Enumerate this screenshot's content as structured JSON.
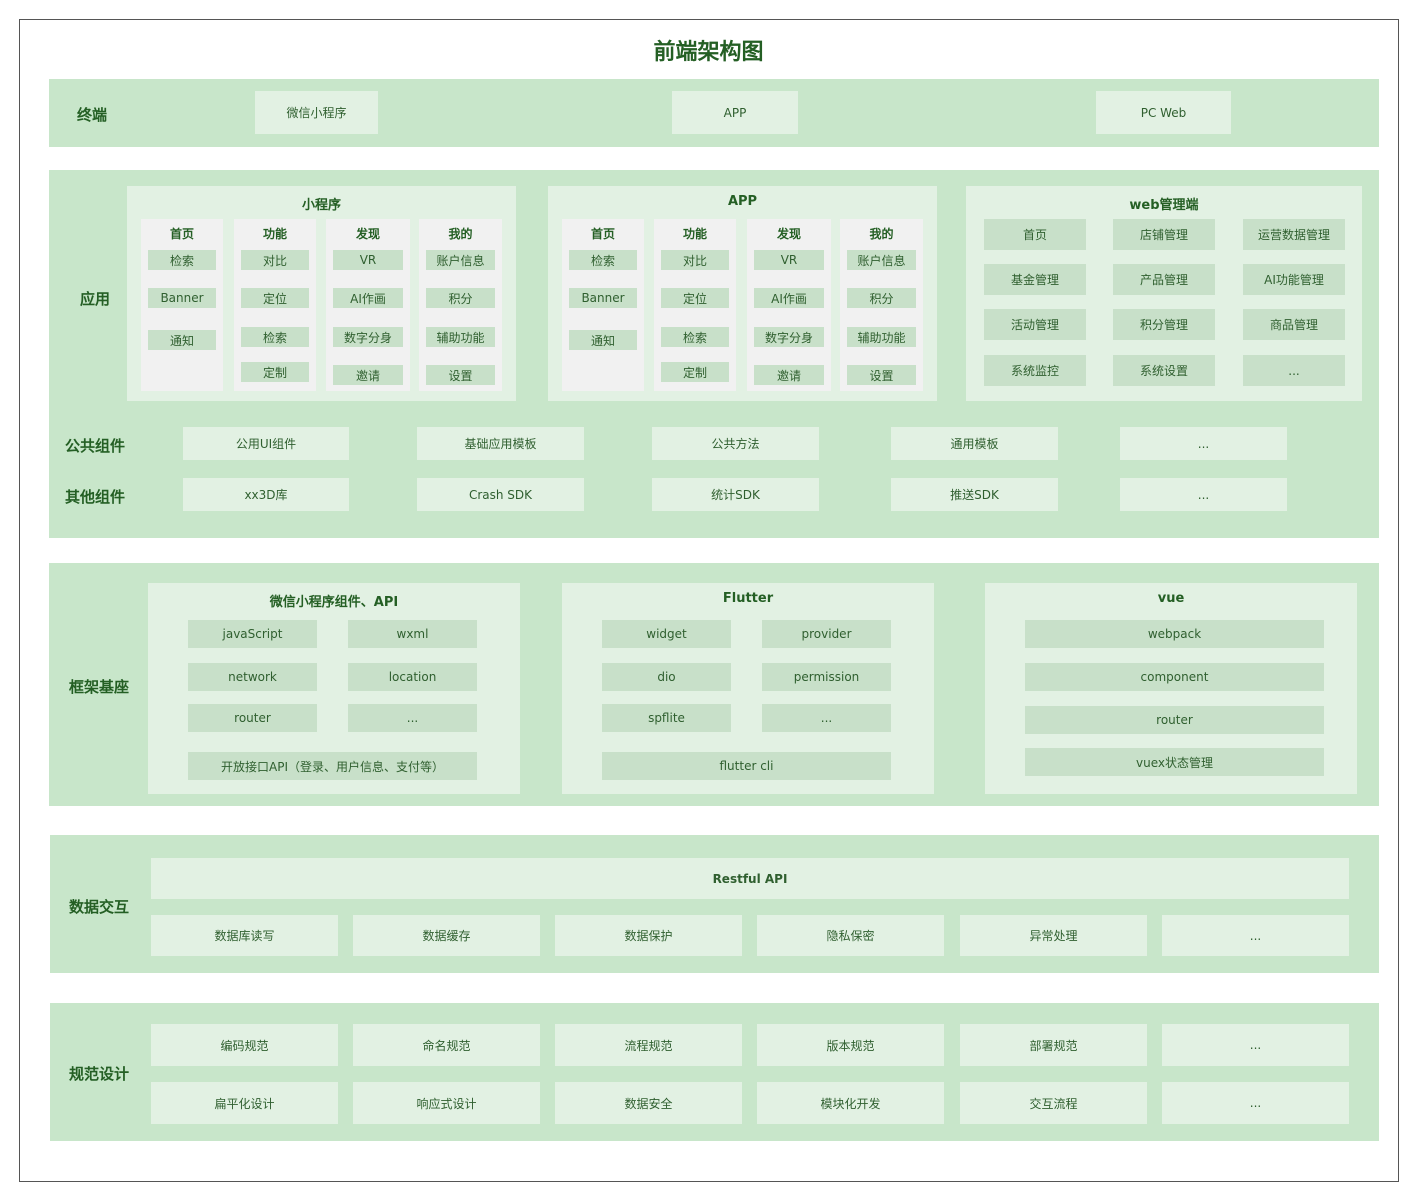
{
  "title": "前端架构图",
  "terminal": {
    "label": "终端",
    "items": [
      "微信小程序",
      "APP",
      "PC Web"
    ]
  },
  "application": {
    "label": "应用",
    "miniprogram": {
      "title": "小程序",
      "cols": [
        {
          "title": "首页",
          "items": [
            "检索",
            "Banner",
            "通知"
          ]
        },
        {
          "title": "功能",
          "items": [
            "对比",
            "定位",
            "检索",
            "定制"
          ]
        },
        {
          "title": "发现",
          "items": [
            "VR",
            "AI作画",
            "数字分身",
            "邀请"
          ]
        },
        {
          "title": "我的",
          "items": [
            "账户信息",
            "积分",
            "辅助功能",
            "设置"
          ]
        }
      ]
    },
    "app": {
      "title": "APP",
      "cols": [
        {
          "title": "首页",
          "items": [
            "检索",
            "Banner",
            "通知"
          ]
        },
        {
          "title": "功能",
          "items": [
            "对比",
            "定位",
            "检索",
            "定制"
          ]
        },
        {
          "title": "发现",
          "items": [
            "VR",
            "AI作画",
            "数字分身",
            "邀请"
          ]
        },
        {
          "title": "我的",
          "items": [
            "账户信息",
            "积分",
            "辅助功能",
            "设置"
          ]
        }
      ]
    },
    "web": {
      "title": "web管理端",
      "items": [
        "首页",
        "店铺管理",
        "运营数据管理",
        "基金管理",
        "产品管理",
        "AI功能管理",
        "活动管理",
        "积分管理",
        "商品管理",
        "系统监控",
        "系统设置",
        "..."
      ]
    }
  },
  "public_components": {
    "label": "公共组件",
    "items": [
      "公用UI组件",
      "基础应用模板",
      "公共方法",
      "通用模板",
      "..."
    ]
  },
  "other_components": {
    "label": "其他组件",
    "items": [
      "xx3D库",
      "Crash SDK",
      "统计SDK",
      "推送SDK",
      "..."
    ]
  },
  "framework": {
    "label": "框架基座",
    "wechat": {
      "title": "微信小程序组件、API",
      "items": [
        "javaScript",
        "wxml",
        "network",
        "location",
        "router",
        "..."
      ],
      "wide": "开放接口API（登录、用户信息、支付等）"
    },
    "flutter": {
      "title": "Flutter",
      "items": [
        "widget",
        "provider",
        "dio",
        "permission",
        "spflite",
        "..."
      ],
      "wide": "flutter cli"
    },
    "vue": {
      "title": "vue",
      "items": [
        "webpack",
        "component",
        "router",
        "vuex状态管理"
      ]
    }
  },
  "data_interaction": {
    "label": "数据交互",
    "header": "Restful API",
    "items": [
      "数据库读写",
      "数据缓存",
      "数据保护",
      "隐私保密",
      "异常处理",
      "..."
    ]
  },
  "standards": {
    "label": "规范设计",
    "row1": [
      "编码规范",
      "命名规范",
      "流程规范",
      "版本规范",
      "部署规范",
      "..."
    ],
    "row2": [
      "扁平化设计",
      "响应式设计",
      "数据安全",
      "模块化开发",
      "交互流程",
      "..."
    ]
  }
}
